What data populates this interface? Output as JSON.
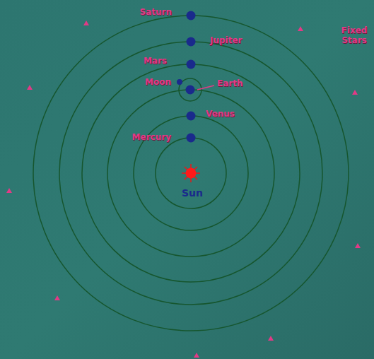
{
  "diagram": {
    "labels": [
      "Saturn",
      "Jupiter",
      "Mars",
      "Moon",
      "Earth",
      "Venus",
      "Mercury",
      "Sun",
      "Fixed Stars"
    ]
  }
}
